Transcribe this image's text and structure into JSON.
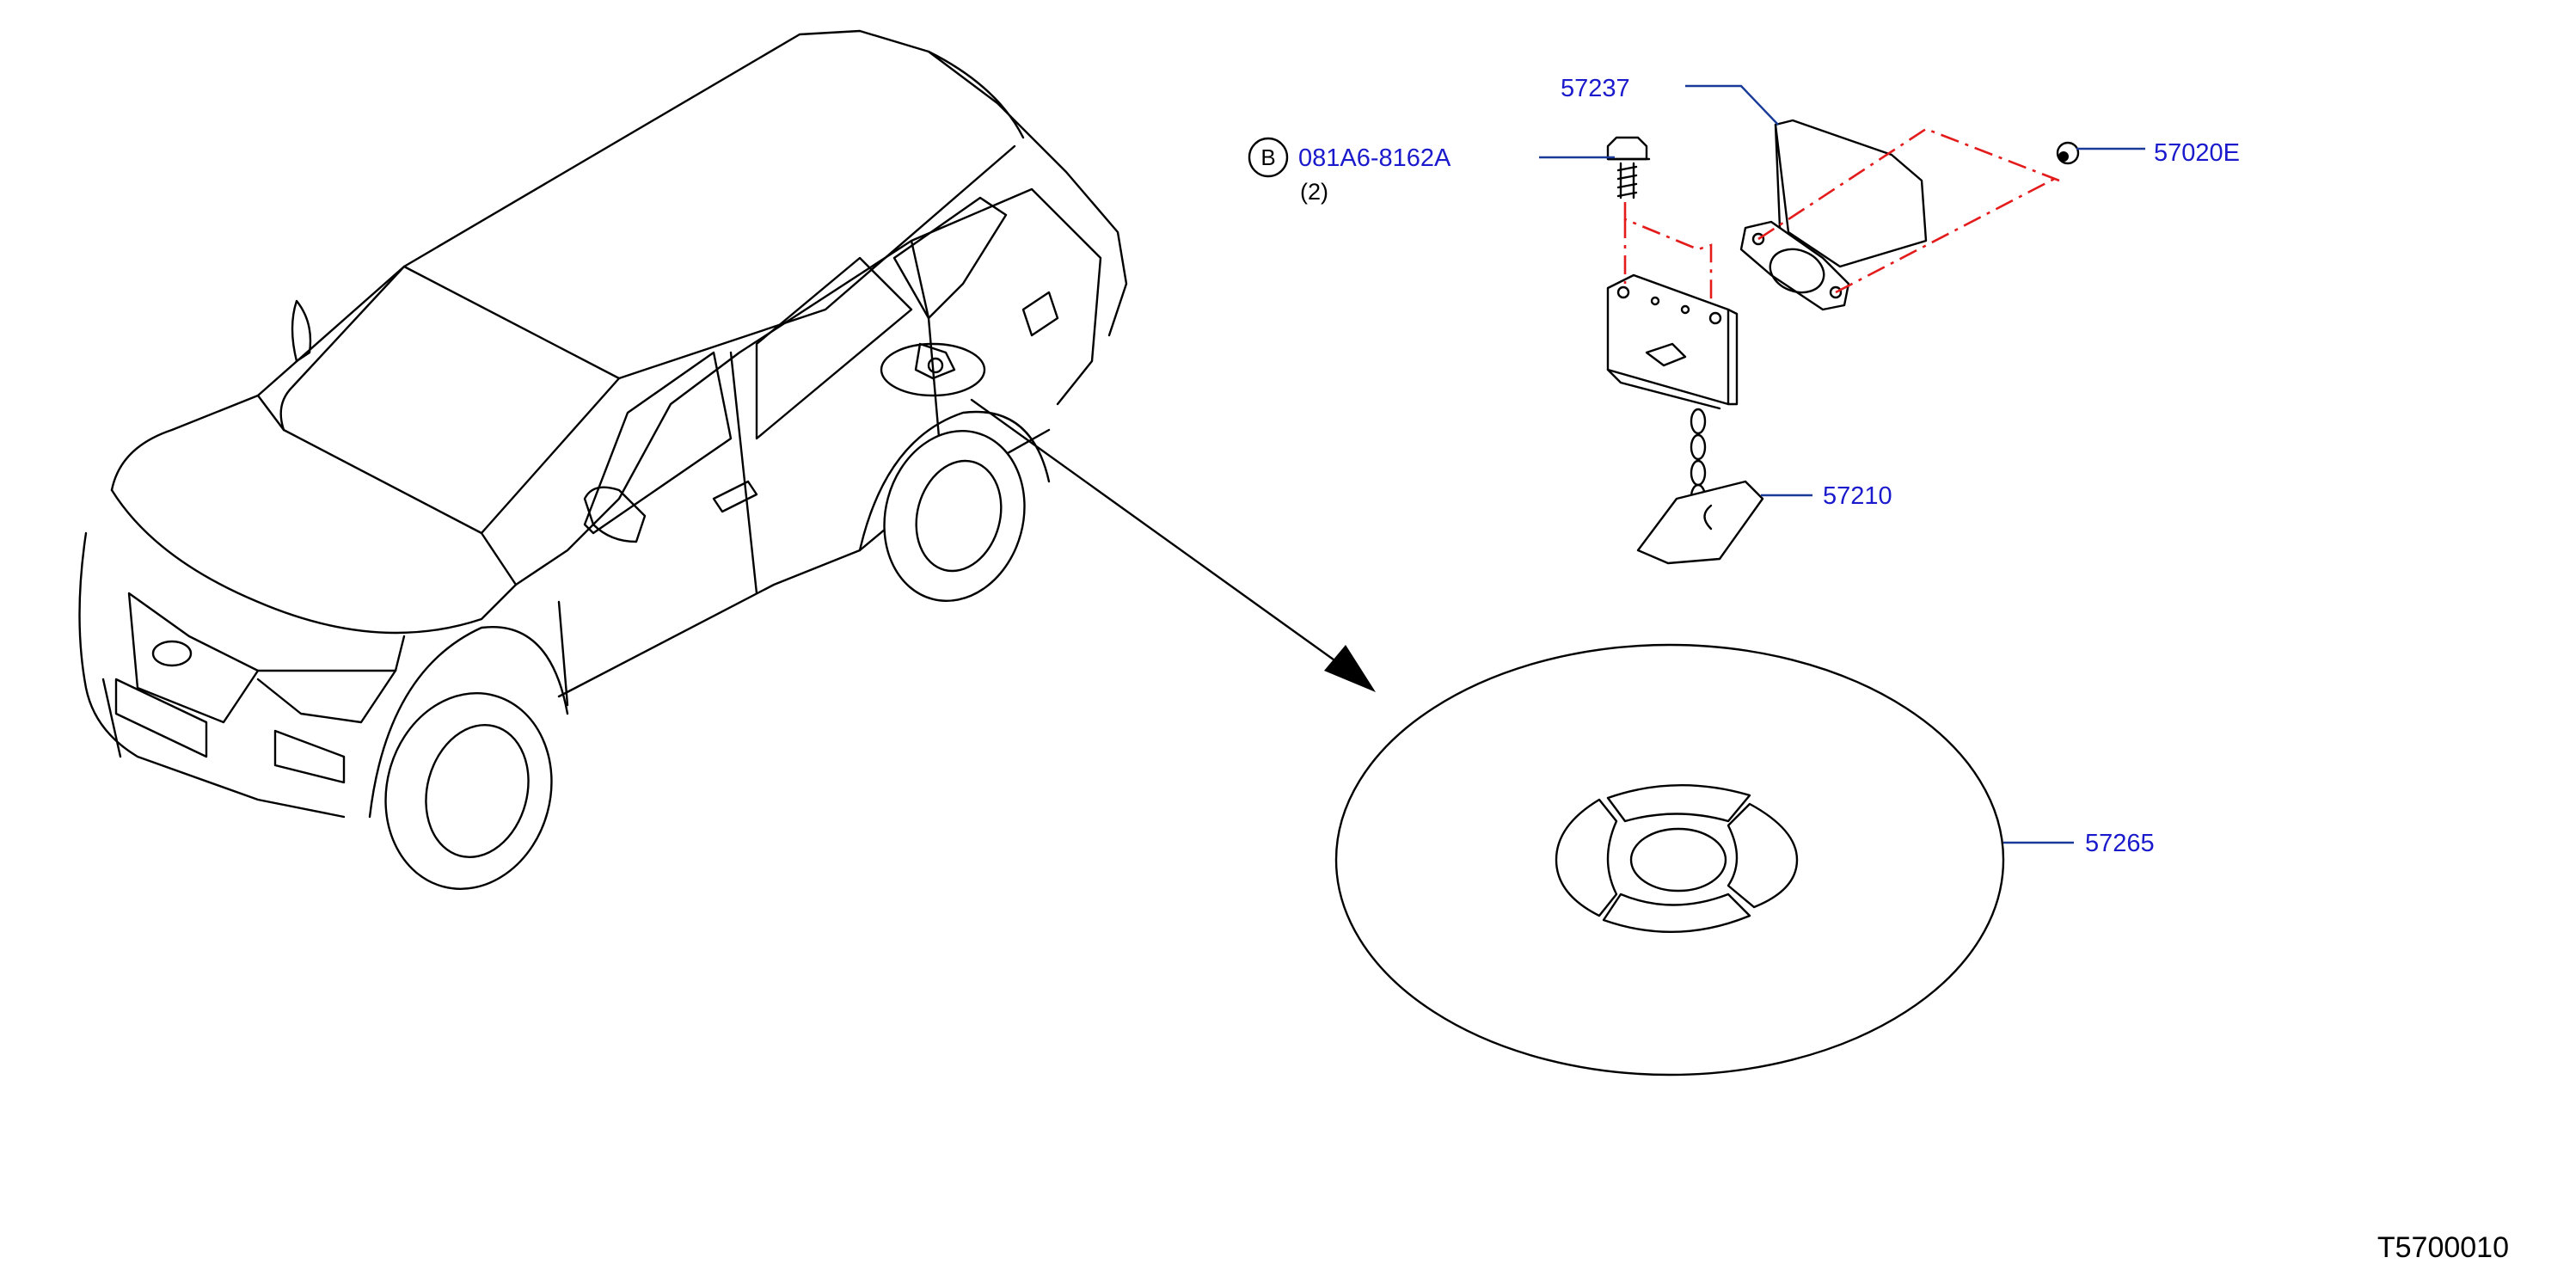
{
  "parts": {
    "bracket": "57237",
    "bolt": "081A6-8162A",
    "bolt_qty": "(2)",
    "bolt_badge": "B",
    "clip": "57020E",
    "hook": "57210",
    "cover": "57265"
  },
  "figure_ref": "T5700010",
  "colors": {
    "callout_text": "#1a1acc",
    "leader_line": "#1a3a9a",
    "assembly_dashes": "#e41b1b",
    "line_art": "#000000"
  }
}
